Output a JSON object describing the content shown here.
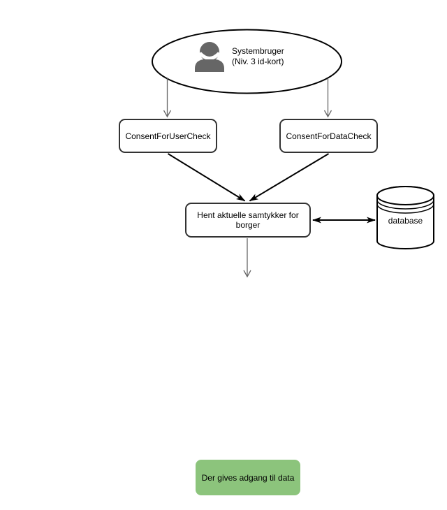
{
  "colors": {
    "background": "#ffffff",
    "node-fill": "#ffffff",
    "node-border": "#333333",
    "shape-stroke": "#000000",
    "arrow-black": "#000000",
    "arrow-gray": "#666666",
    "icon-gray": "#666666",
    "green-fill": "#8CC47C",
    "text": "#000000"
  },
  "nodes": {
    "actor": {
      "label": "Systembruger\n(Niv. 3 id-kort)",
      "icon": "person-icon"
    },
    "consent_user_check": {
      "label": "ConsentForUserCheck"
    },
    "consent_data_check": {
      "label": "ConsentForDataCheck"
    },
    "fetch_consents": {
      "label": "Hent aktuelle samtykker for borger"
    },
    "database": {
      "label": "database"
    },
    "access_granted": {
      "label": "Der gives adgang til data"
    }
  }
}
